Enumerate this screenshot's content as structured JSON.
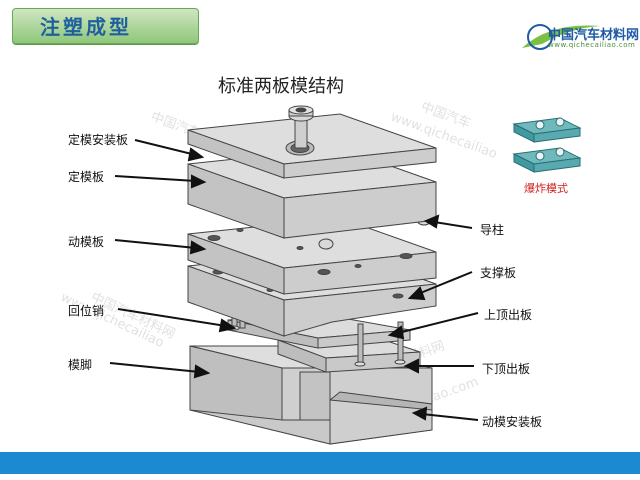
{
  "header": {
    "section_title": "注塑成型",
    "logo_main": "中国汽车材料网",
    "logo_sub": "www.qichecailiao.com"
  },
  "diagram": {
    "title": "标准两板模结构",
    "explode_label": "爆炸模式",
    "labels_left": [
      "定模安装板",
      "定模板",
      "动模板",
      "回位销",
      "模脚"
    ],
    "labels_right": [
      "导柱",
      "支撑板",
      "上顶出板",
      "下顶出板",
      "动模安装板"
    ],
    "watermark": "中国汽车材料网 www.qichecailiao.com"
  },
  "colors": {
    "plate_face": "#c9c9c9",
    "plate_top": "#dcdcdc",
    "plate_edge": "#444444",
    "footer": "#1b8ad1",
    "title_tab": "#8fc77a",
    "accent_red": "#d02020"
  }
}
